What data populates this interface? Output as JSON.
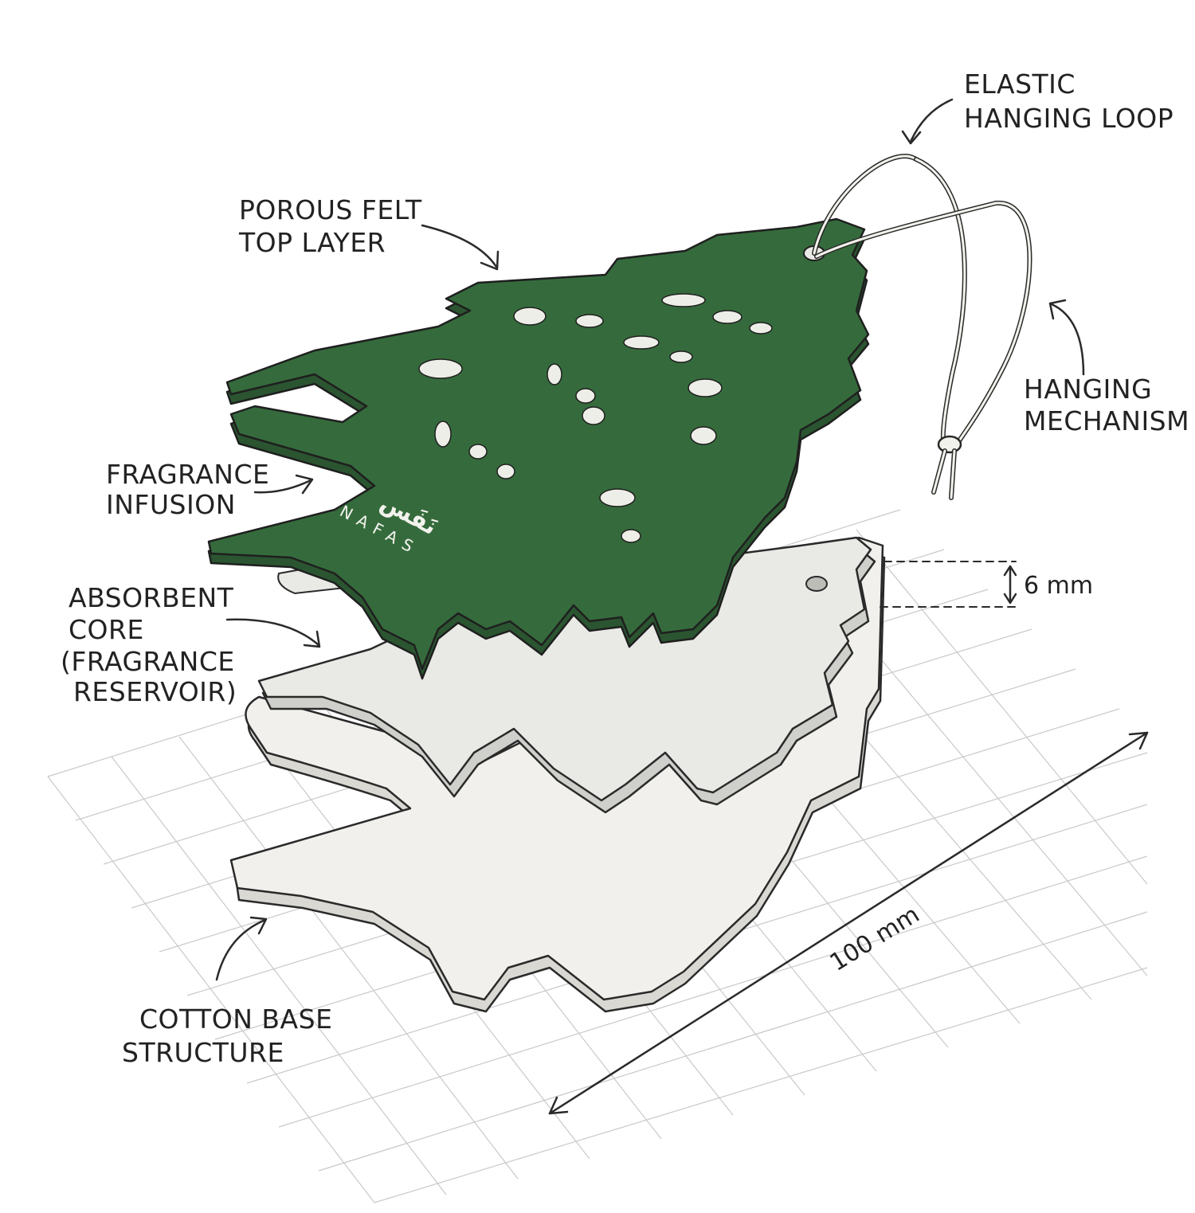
{
  "labels": {
    "elastic_loop": [
      "ELASTIC",
      "HANGING LOOP"
    ],
    "felt_top": [
      "POROUS FELT",
      "TOP LAYER"
    ],
    "hanging_mechanism": [
      "HANGING",
      "MECHANISM"
    ],
    "fragrance_infusion": [
      "FRAGRANCE",
      "INFUSION"
    ],
    "absorbent_core": [
      "ABSORBENT",
      "CORE",
      "(FRAGRANCE",
      "RESERVOIR)"
    ],
    "cotton_base": [
      "COTTON BASE",
      "STRUCTURE"
    ]
  },
  "dimensions": {
    "thickness": "6 mm",
    "length": "100 mm"
  },
  "brand": {
    "arabic": "نَفَس",
    "latin": "NAFAS"
  },
  "colors": {
    "felt_green": "#356b3c",
    "felt_edge": "#2a5530",
    "core_white": "#e9e9e6",
    "base_white": "#f1f0ec",
    "ink": "#2a2a2a",
    "grid": "#c9c9c9"
  }
}
